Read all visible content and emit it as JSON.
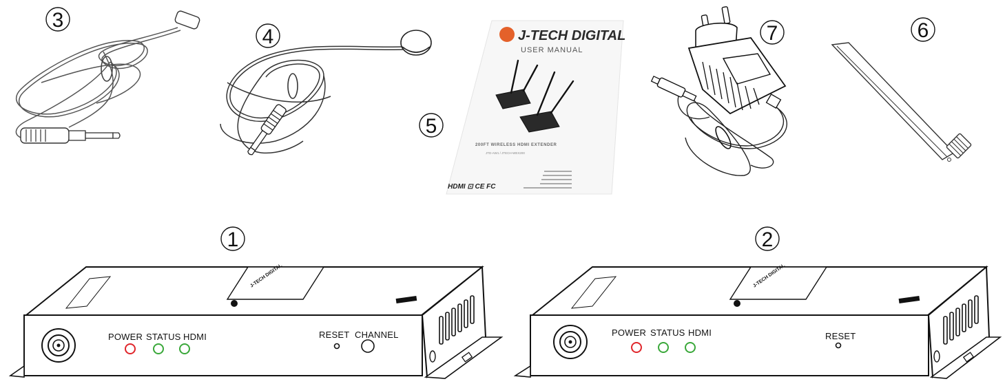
{
  "items": [
    {
      "id": "receiver",
      "number": "①"
    },
    {
      "id": "transmitter",
      "number": "②"
    },
    {
      "id": "ir-receiver-cable",
      "number": "③"
    },
    {
      "id": "ir-blaster-cable",
      "number": "④"
    },
    {
      "id": "user-manual",
      "number": "⑤"
    },
    {
      "id": "antenna",
      "number": "⑥"
    },
    {
      "id": "power-adapter",
      "number": "⑦"
    }
  ],
  "manual": {
    "brand": "J-TECH DIGITAL",
    "title": "USER MANUAL",
    "product": "200FT WIRELESS HDMI EXTENDER",
    "model": "JTD-AW1 / JTECH-WEX200",
    "logos": "HDMI ⊡ CE FC"
  },
  "device_1": {
    "label_power": "POWER",
    "label_status": "STATUS",
    "label_hdmi": "HDMI",
    "label_reset": "RESET",
    "label_channel": "CHANNEL",
    "top_label": "J-TECH DIGITAL"
  },
  "device_2": {
    "label_power": "POWER",
    "label_status": "STATUS",
    "label_hdmi": "HDMI",
    "label_reset": "RESET",
    "top_label": "J-TECH DIGITAL"
  },
  "colors": {
    "led_power": "#e0262b",
    "led_status": "#3aa83a",
    "led_hdmi": "#3aa83a"
  }
}
